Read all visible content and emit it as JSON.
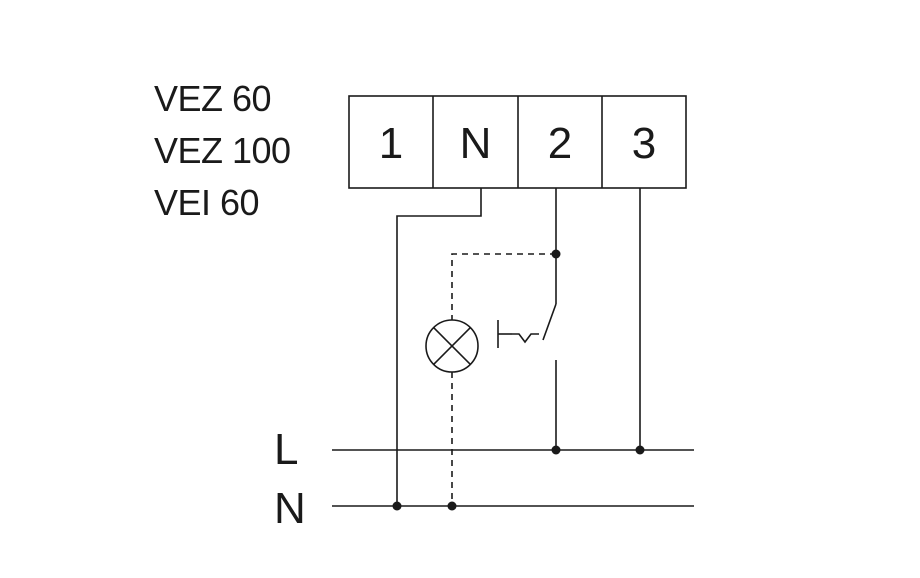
{
  "models": [
    "VEZ 60",
    "VEZ 100",
    "VEI 60"
  ],
  "terminals": [
    "1",
    "N",
    "2",
    "3"
  ],
  "rails": {
    "line": "L",
    "neutral": "N"
  },
  "colors": {
    "ink": "#1a1a1a",
    "background": "#ffffff"
  },
  "symbols": [
    "lamp-icon",
    "pushbutton-switch-icon"
  ]
}
